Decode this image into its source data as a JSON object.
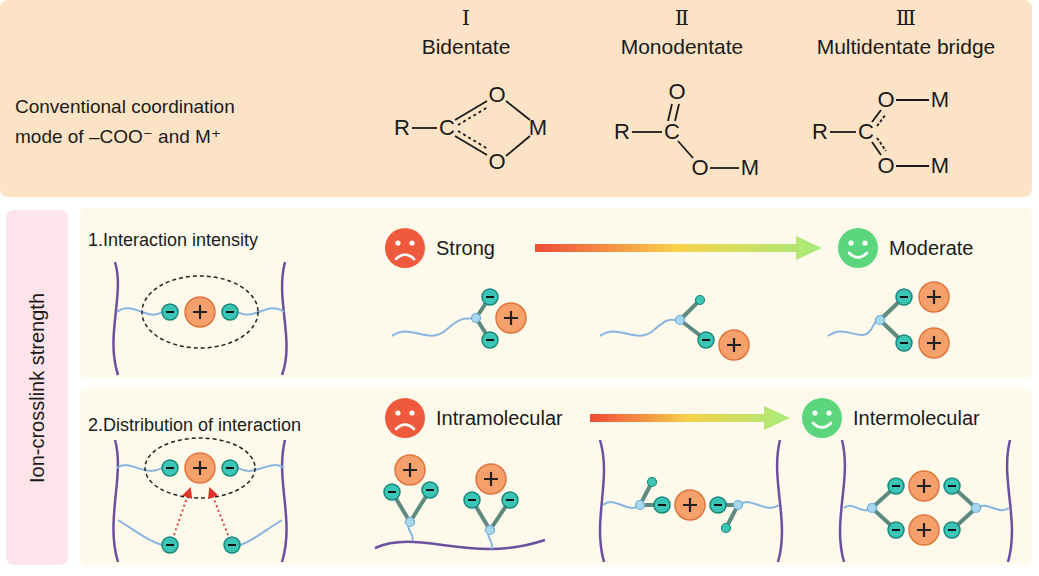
{
  "diagram": {
    "nodes": [
      {
        "text": [
          "Conventional coordination mode of –COO⁻ and M⁺"
        ]
      },
      {
        "text": [
          "Ion-crosslink strength"
        ]
      },
      {
        "text": [
          "1.Interaction intensity"
        ]
      },
      {
        "text": [
          "2.Distribution of interaction"
        ]
      }
    ],
    "labels": [
      "Ⅰ",
      "Bidentate",
      "Ⅱ",
      "Monodentate",
      "Ⅲ",
      "Multidentate bridge",
      "R",
      "C",
      "O",
      "O",
      "M",
      "O",
      "R",
      "C",
      "O",
      "M",
      "O",
      "M",
      "R",
      "C",
      "O",
      "M",
      "Strong",
      "Moderate",
      "Intramolecular",
      "Intermolecular"
    ]
  }
}
